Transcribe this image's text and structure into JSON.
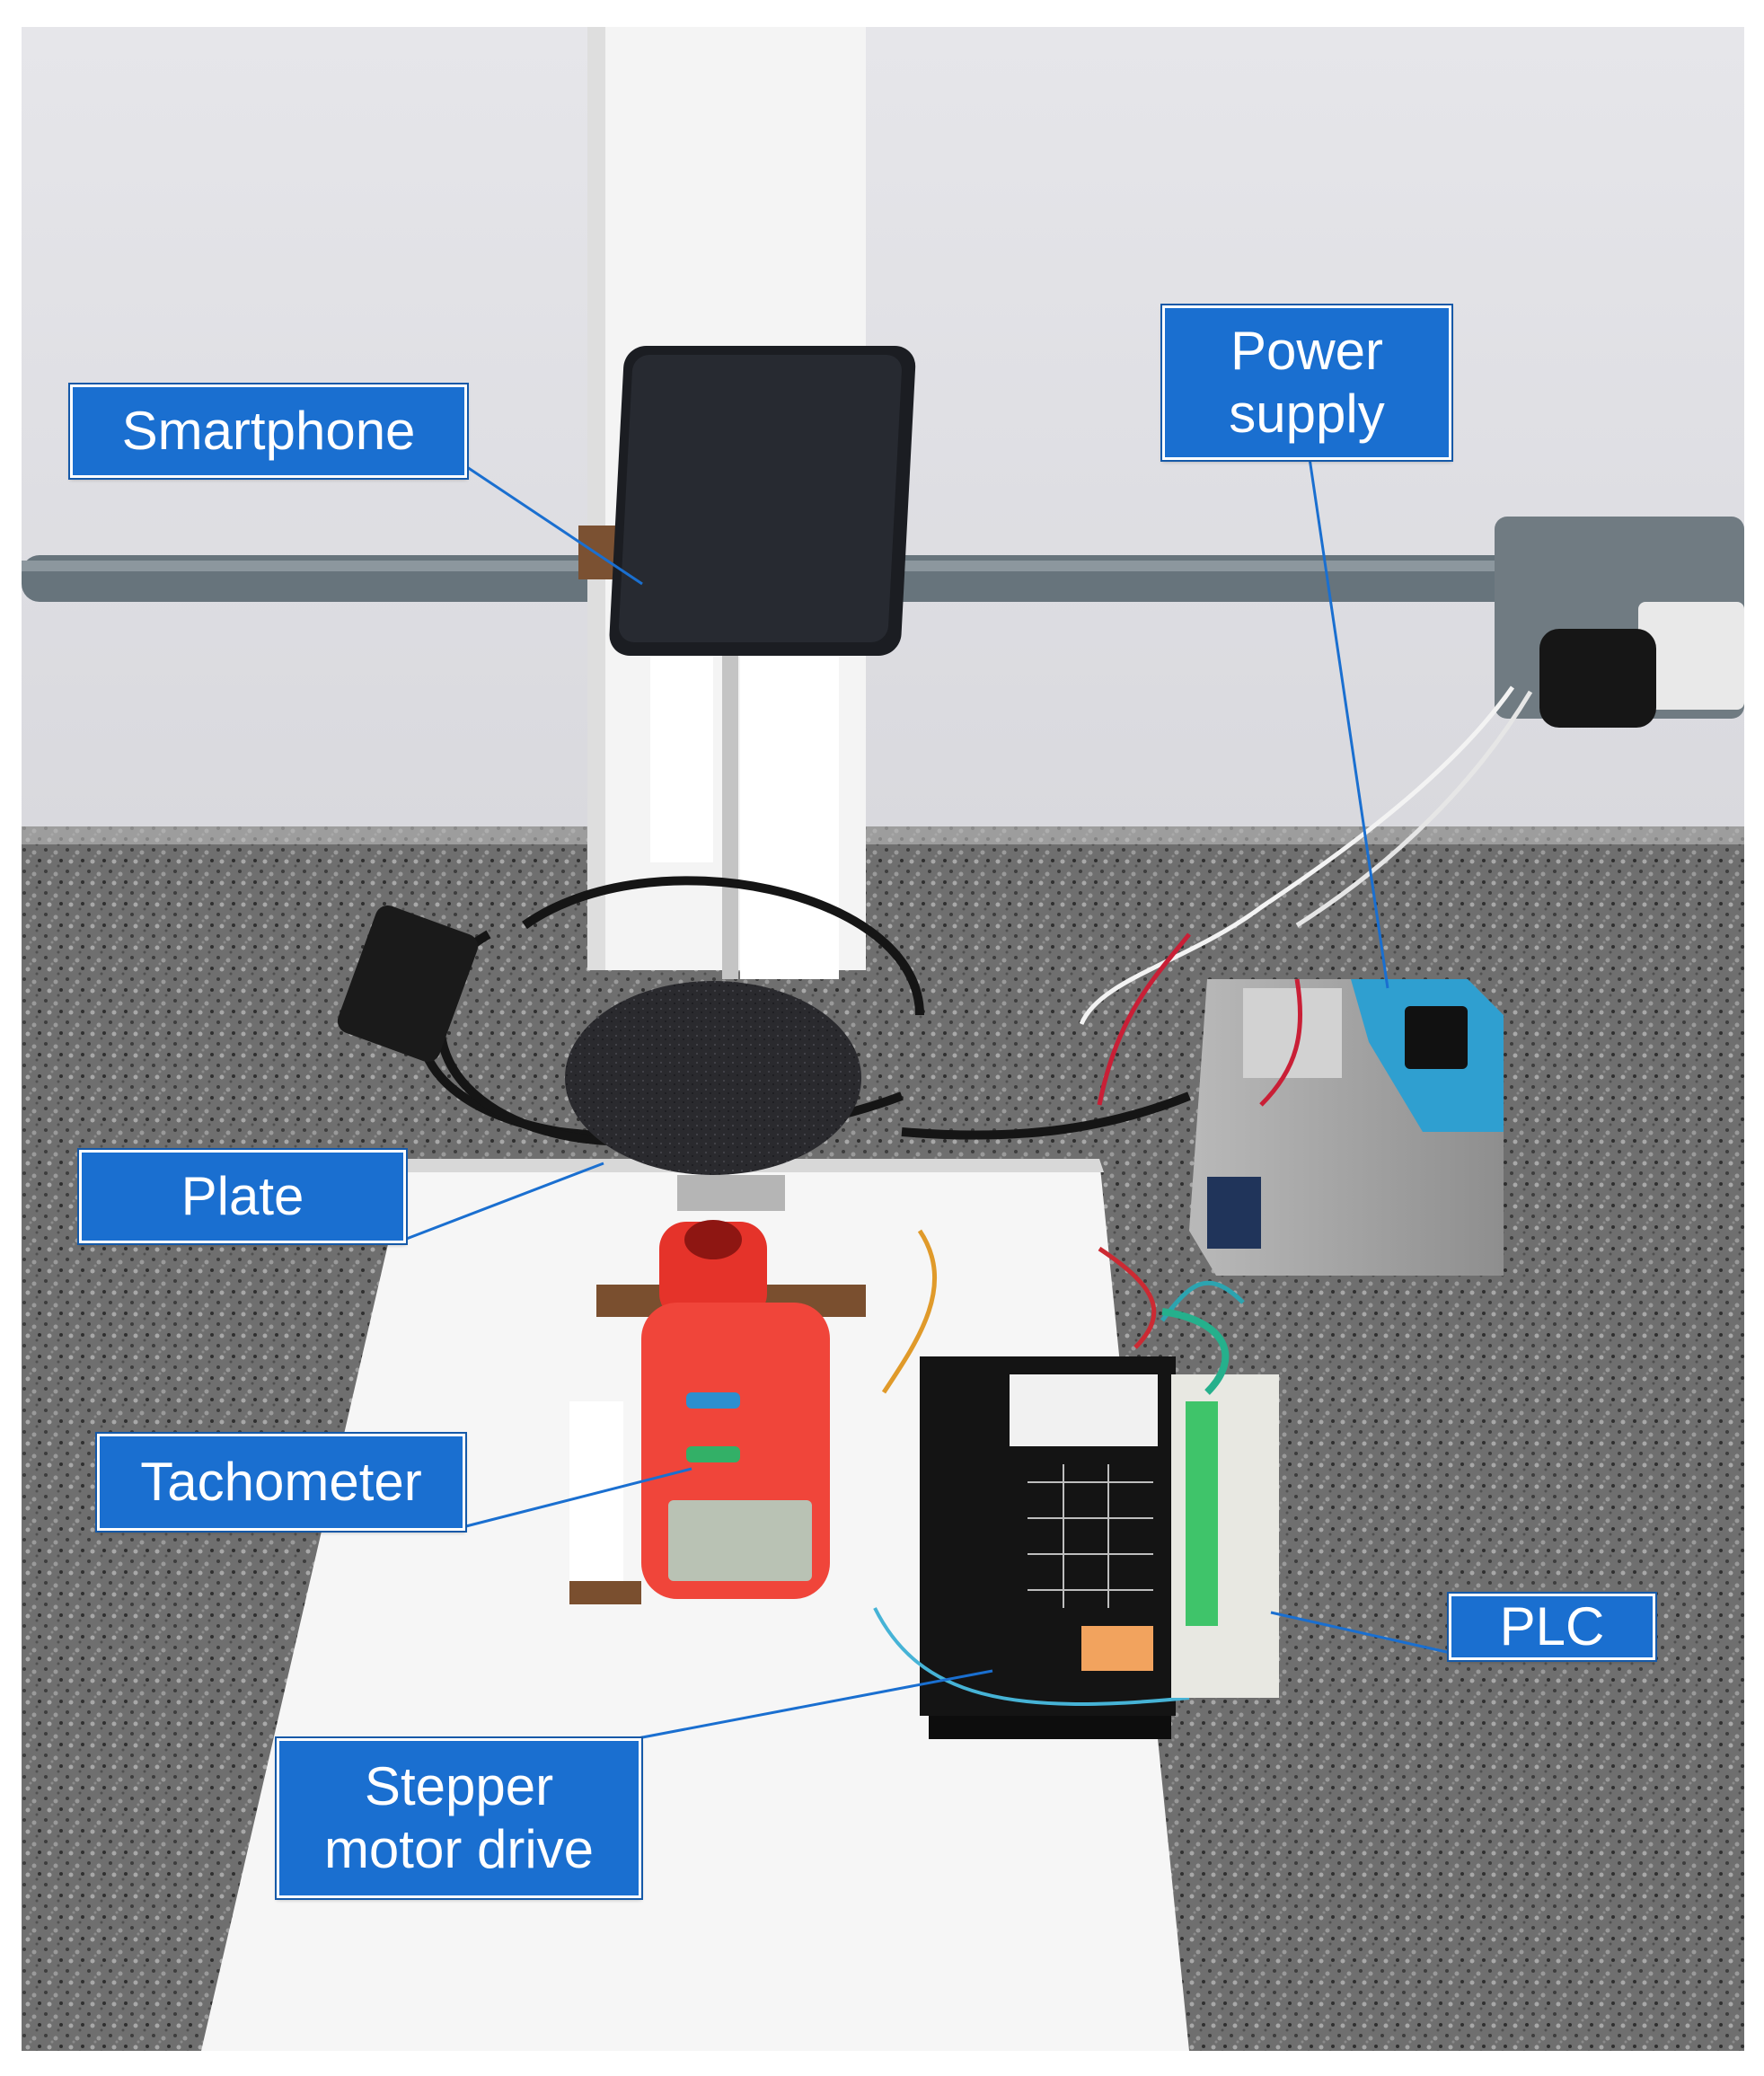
{
  "figure": {
    "description_colors": {
      "label_fill": "#1a6fd0",
      "label_text": "#ffffff",
      "leader_line": "#1a6fd0",
      "tachometer_body": "#f0453a",
      "power_supply_accent": "#2f9fd0",
      "plc_terminal": "#3fc46a"
    }
  },
  "labels": {
    "smartphone": "Smartphone",
    "power_supply": "Power\nsupply",
    "plate": "Plate",
    "tachometer": "Tachometer",
    "plc": "PLC",
    "stepper_motor_drive": "Stepper\nmotor drive"
  }
}
